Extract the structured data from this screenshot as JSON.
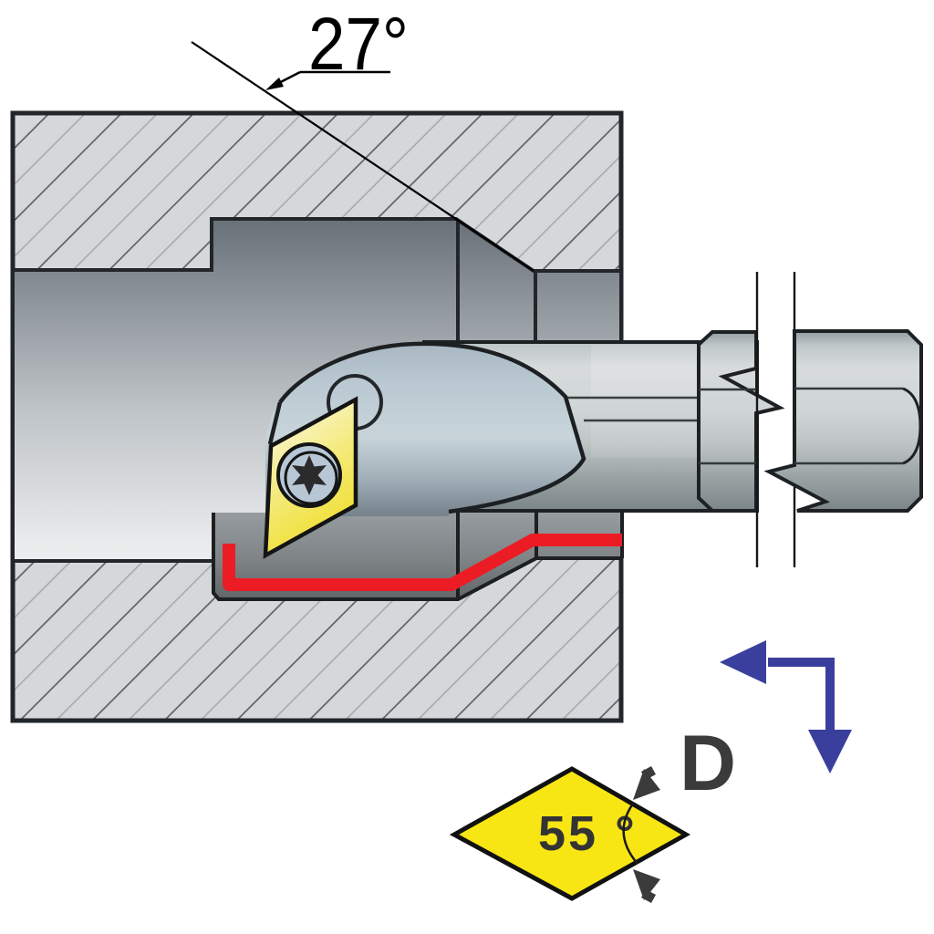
{
  "title": "Internal turning boring bar with 55-degree rhombic insert - section illustration",
  "labels": {
    "entry_angle": "27°",
    "insert_code_letter": "D",
    "insert_point_angle": "55 °"
  },
  "colors": {
    "machined_path_red": "#ec1c24",
    "feed_arrow_blue": "#3a3f9d",
    "insert_yellow": "#f8e614",
    "diamond_yellow": "#f8e614",
    "workpiece_gray": "#d5d8da",
    "outline_black": "#1e2124",
    "dim_dark_gray": "#3b3b3b",
    "screw_disc_blue_gray": "#b7c7d6"
  },
  "icons": [
    "feed-direction-arrow-left",
    "feed-direction-arrow-down",
    "angle-leader-arrow",
    "angle-dimension-arrow-top",
    "angle-dimension-arrow-bottom",
    "torx-screw-icon",
    "break-line-symbol"
  ],
  "diagram": {
    "workpiece": "hatched cross-section block with stepped bore and 27-degree entry cone",
    "tool": "boring bar shank with break symbol and screw-clamped rhombic insert",
    "machined_profile": "red path along machined internal contour",
    "insert_shape": "55-degree rhombic insert, code letter D"
  }
}
